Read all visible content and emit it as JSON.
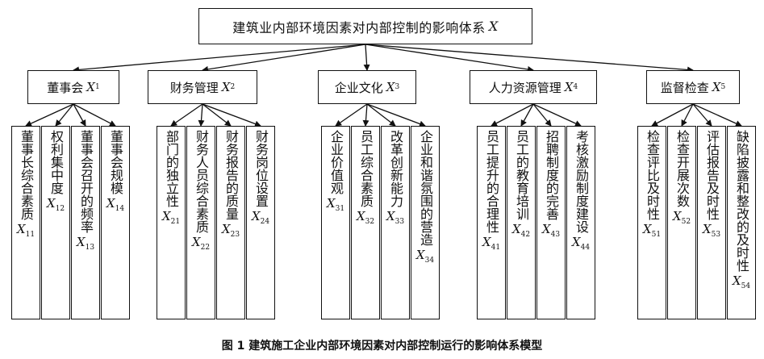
{
  "root": {
    "label": "建筑业内部环境因素对内部控制的影响体系",
    "var": "X"
  },
  "categories": [
    {
      "label": "董事会",
      "var": "X",
      "sub": "1",
      "items": [
        {
          "text": "董事长综合素质",
          "var": "X",
          "sub": "11"
        },
        {
          "text": "权利集中度",
          "var": "X",
          "sub": "12"
        },
        {
          "text": "董事会召开的频率",
          "var": "X",
          "sub": "13"
        },
        {
          "text": "董事会规模",
          "var": "X",
          "sub": "14"
        }
      ]
    },
    {
      "label": "财务管理",
      "var": "X",
      "sub": "2",
      "items": [
        {
          "text": "部门的独立性",
          "var": "X",
          "sub": "21"
        },
        {
          "text": "财务人员综合素质",
          "var": "X",
          "sub": "22"
        },
        {
          "text": "财务报告的质量",
          "var": "X",
          "sub": "23"
        },
        {
          "text": "财务岗位设置",
          "var": "X",
          "sub": "24"
        }
      ]
    },
    {
      "label": "企业文化",
      "var": "X",
      "sub": "3",
      "items": [
        {
          "text": "企业价值观",
          "var": "X",
          "sub": "31"
        },
        {
          "text": "员工综合素质",
          "var": "X",
          "sub": "32"
        },
        {
          "text": "改革创新能力",
          "var": "X",
          "sub": "33"
        },
        {
          "text": "企业和谐氛围的营造",
          "var": "X",
          "sub": "34"
        }
      ]
    },
    {
      "label": "人力资源管理",
      "var": "X",
      "sub": "4",
      "items": [
        {
          "text": "员工提升的合理性",
          "var": "X",
          "sub": "41"
        },
        {
          "text": "员工的教育培训",
          "var": "X",
          "sub": "42"
        },
        {
          "text": "招聘制度的完善",
          "var": "X",
          "sub": "43"
        },
        {
          "text": "考核激励制度建设",
          "var": "X",
          "sub": "44"
        }
      ]
    },
    {
      "label": "监督检查",
      "var": "X",
      "sub": "5",
      "items": [
        {
          "text": "检查评比及时性",
          "var": "X",
          "sub": "51"
        },
        {
          "text": "检查开展次数",
          "var": "X",
          "sub": "52"
        },
        {
          "text": "评估报告及时性",
          "var": "X",
          "sub": "53"
        },
        {
          "text": "缺陷披露和整改的及时性",
          "var": "X",
          "sub": "54"
        }
      ]
    }
  ],
  "caption": "图 1   建筑施工企业内部环境因素对内部控制运行的影响体系模型"
}
